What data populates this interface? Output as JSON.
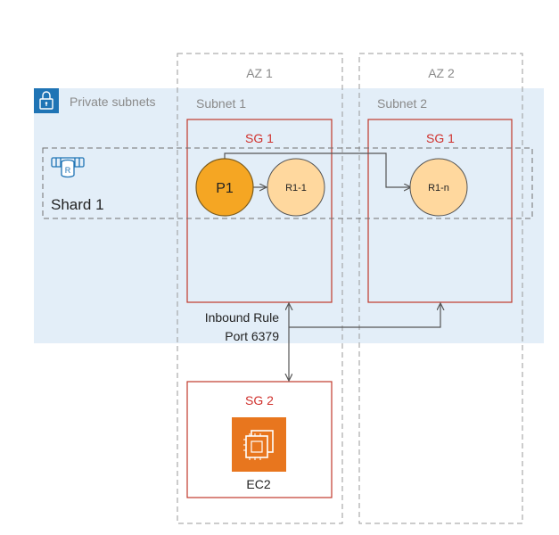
{
  "azs": [
    {
      "label": "AZ 1"
    },
    {
      "label": "AZ 2"
    }
  ],
  "private_subnets": {
    "label": "Private subnets",
    "icon": "lock-icon"
  },
  "subnets": [
    {
      "label": "Subnet 1"
    },
    {
      "label": "Subnet 2"
    }
  ],
  "security_groups": [
    {
      "label": "SG 1"
    },
    {
      "label": "SG 1"
    },
    {
      "label": "SG 2"
    }
  ],
  "shard": {
    "label": "Shard 1",
    "icon": "redis-shard-icon"
  },
  "nodes": {
    "primary": {
      "label": "P1"
    },
    "replica_1": {
      "label": "R1-1"
    },
    "replica_n": {
      "label": "R1-n"
    }
  },
  "inbound_rule": {
    "line1": "Inbound Rule",
    "line2": "Port 6379"
  },
  "ec2": {
    "label": "EC2",
    "icon": "ec2-instance-icon"
  },
  "colors": {
    "subnet_fill": "#e3eef8",
    "lock_badge": "#1f74b5",
    "sg_border": "#c0392b",
    "sg_label": "#d0312d",
    "primary_fill": "#f5a623",
    "primary_stroke": "#7a5b1e",
    "replica_fill": "#ffd89e",
    "ec2_orange": "#e8761e",
    "gray_text": "#8a8a8a",
    "line": "#555555"
  }
}
